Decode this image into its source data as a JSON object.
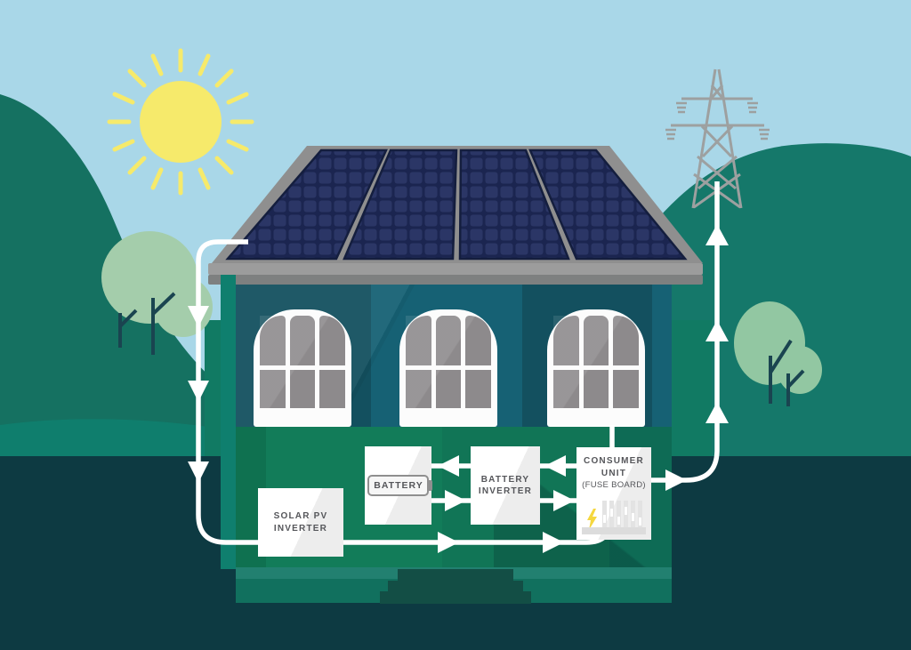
{
  "boxes": {
    "solar": {
      "label": "SOLAR PV INVERTER"
    },
    "battery": {
      "label": "BATTERY"
    },
    "battery_inverter": {
      "label": "BATTERY INVERTER"
    },
    "consumer_unit": {
      "label": "CONSUMER UNIT",
      "sublabel": "(FUSE BOARD)"
    }
  },
  "flows": [
    {
      "from": "solar-panels",
      "to": "solar-pv-inverter"
    },
    {
      "from": "solar-pv-inverter",
      "to": "consumer-unit"
    },
    {
      "from": "consumer-unit",
      "to": "battery-inverter"
    },
    {
      "from": "battery-inverter",
      "to": "battery"
    },
    {
      "from": "battery",
      "to": "battery-inverter"
    },
    {
      "from": "battery-inverter",
      "to": "consumer-unit"
    },
    {
      "from": "consumer-unit",
      "to": "grid-pylon"
    }
  ],
  "icons": {
    "sun": "sun-icon",
    "pylon": "electricity-pylon-icon",
    "tree_left": "tree-icon",
    "tree_right": "tree-icon",
    "battery": "battery-outline-icon",
    "lightning": "lightning-bolt-icon",
    "fuses": "fuse-switches-icon",
    "arrows": "flow-arrow-icon"
  },
  "palette": {
    "sky": "#A9D7E8",
    "sun": "#F6EA6B",
    "hill_left": "#157161",
    "hill_right": "#15786A",
    "foreground": "#0D3A42",
    "tree_canopy": "#A4CDAB",
    "roof_gray": "#8F8F8F",
    "panel_navy": "#2B3666",
    "wall_teal_dark": "#13505F",
    "wall_teal_light": "#166174",
    "wall_green": "#127C59",
    "line_white": "#FFFFFF",
    "label_gray": "#55565A",
    "bolt_yellow": "#F5D73F"
  }
}
